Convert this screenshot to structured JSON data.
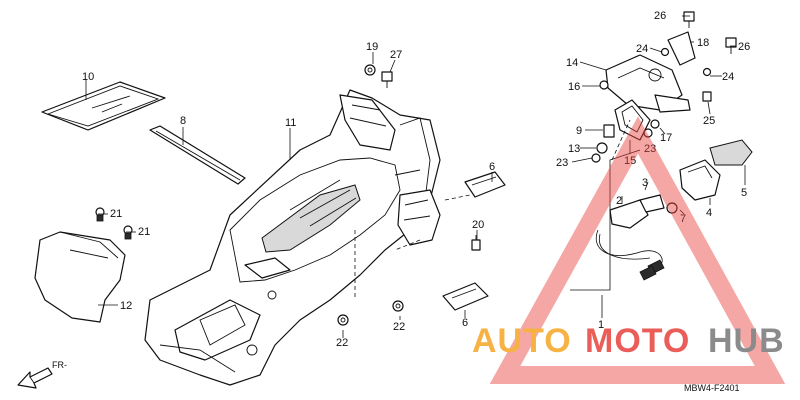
{
  "diagram": {
    "callouts": [
      "1",
      "2",
      "3",
      "4",
      "5",
      "6",
      "6",
      "7",
      "8",
      "9",
      "10",
      "11",
      "12",
      "13",
      "14",
      "15",
      "16",
      "17",
      "18",
      "19",
      "20",
      "21",
      "21",
      "22",
      "22",
      "23",
      "23",
      "24",
      "24",
      "25",
      "26",
      "26",
      "27"
    ],
    "direction_label": "FR-",
    "drawing_code": "MBW4-F2401"
  },
  "watermark": {
    "part1": "AUTO",
    "part2": "MOTO",
    "part3": "HUB",
    "color_orange": "#f5a623",
    "color_red": "#e8413c",
    "color_grey": "#777777"
  }
}
